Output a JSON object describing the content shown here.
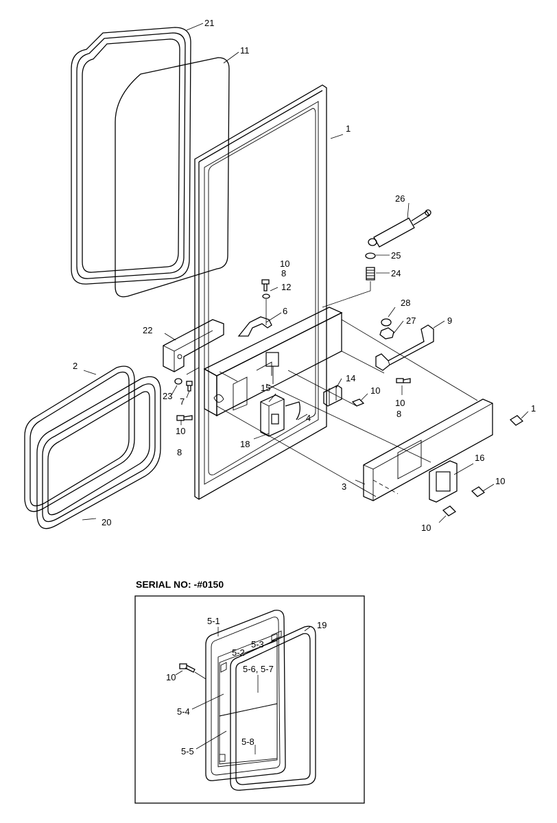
{
  "serial_heading": "SERIAL NO: -#0150",
  "parts": {
    "p1": "1",
    "p1b": "1",
    "p2": "2",
    "p3": "3",
    "p4": "4",
    "p6": "6",
    "p7": "7",
    "p8a": "8",
    "p8b": "8",
    "p8c": "8",
    "p9": "9",
    "p10a": "10",
    "p10b": "10",
    "p10c": "10",
    "p10d": "10",
    "p10e": "10",
    "p10f": "10",
    "p11": "11",
    "p12": "12",
    "p14": "14",
    "p15": "15",
    "p16": "16",
    "p18": "18",
    "p20": "20",
    "p21": "21",
    "p22": "22",
    "p23": "23",
    "p24": "24",
    "p25": "25",
    "p26": "26",
    "p27": "27",
    "p28": "28"
  },
  "inset_parts": {
    "s51": "5-1",
    "s52": "5-2",
    "s53": "5-3",
    "s54": "5-4",
    "s55": "5-5",
    "s567": "5-6, 5-7",
    "s58": "5-8",
    "s19": "19",
    "s10": "10"
  }
}
